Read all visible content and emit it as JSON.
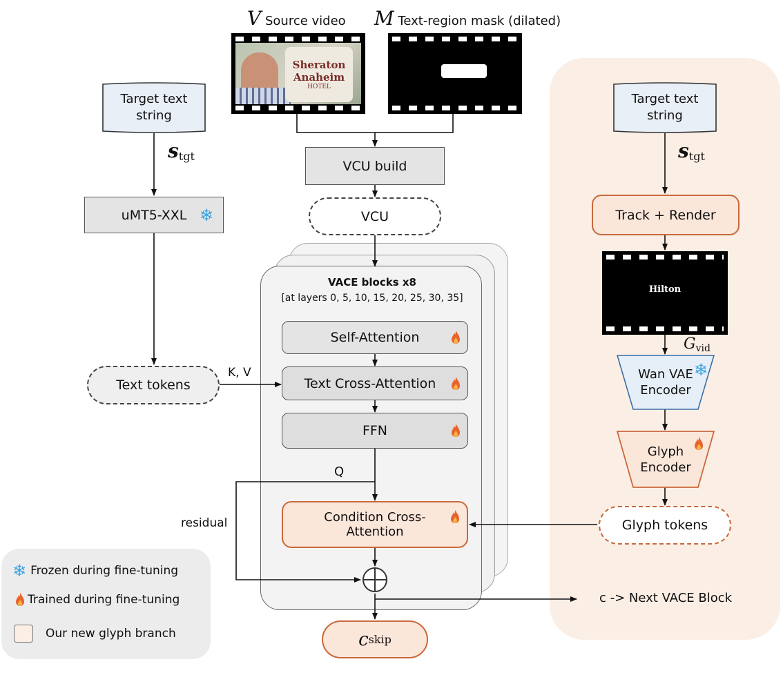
{
  "top": {
    "source_symbol": "V",
    "source_label": "Source video",
    "mask_symbol": "M",
    "mask_label": "Text-region mask (dilated)",
    "source_frame_text": [
      "Sheraton",
      "Anaheim",
      "HOTEL"
    ]
  },
  "left": {
    "target_text": "Target text string",
    "s_tgt": "s",
    "s_tgt_sub": "tgt",
    "umt5": "uMT5-XXL",
    "text_tokens": "Text tokens",
    "kv": "K, V"
  },
  "center": {
    "vcu_build": "VCU build",
    "vcu": "VCU",
    "vace_title": "VACE blocks x8",
    "vace_layers": "[at layers 0, 5, 10, 15, 20, 25, 30, 35]",
    "self_attention": "Self-Attention",
    "text_cross_attention": "Text Cross-Attention",
    "ffn": "FFN",
    "q": "Q",
    "condition_cross_attention_l1": "Condition Cross-",
    "condition_cross_attention_l2": "Attention",
    "residual": "residual",
    "c_skip": "c",
    "c_skip_sub": "skip",
    "next_block": "c -> Next VACE Block"
  },
  "right": {
    "target_text": "Target text string",
    "s_tgt": "s",
    "s_tgt_sub": "tgt",
    "track_render": "Track + Render",
    "rendered_word": "Hilton",
    "g_vid": "G",
    "g_vid_sub": "vid",
    "wan_vae_l1": "Wan VAE",
    "wan_vae_l2": "Encoder",
    "glyph_enc_l1": "Glyph",
    "glyph_enc_l2": "Encoder",
    "glyph_tokens": "Glyph tokens"
  },
  "legend": {
    "frozen": "Frozen during fine-tuning",
    "trained": "Trained during fine-tuning",
    "new_branch": "Our new glyph branch"
  },
  "colors": {
    "frozen_icon": "#3ea3e0",
    "flame_outer": "#e8632b",
    "flame_inner": "#f7b24a",
    "glyph_branch_bg": "#fbeee5",
    "orange_border": "#c9683a",
    "orange_fill": "#fbe6da",
    "input_box": "#e9eff7"
  },
  "icons": [
    "snowflake-icon",
    "flame-icon"
  ]
}
